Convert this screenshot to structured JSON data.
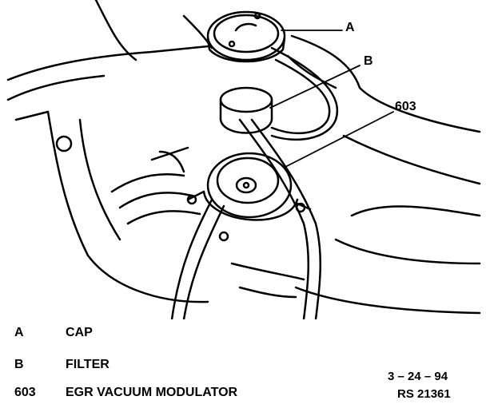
{
  "callouts": {
    "a": "A",
    "b": "B",
    "num": "603"
  },
  "legend": [
    {
      "code": "A",
      "desc": "CAP"
    },
    {
      "code": "B",
      "desc": "FILTER"
    },
    {
      "code": "603",
      "desc": "EGR VACUUM MODULATOR"
    }
  ],
  "reference": {
    "date": "3 – 24 – 94",
    "code": "RS 21361"
  }
}
